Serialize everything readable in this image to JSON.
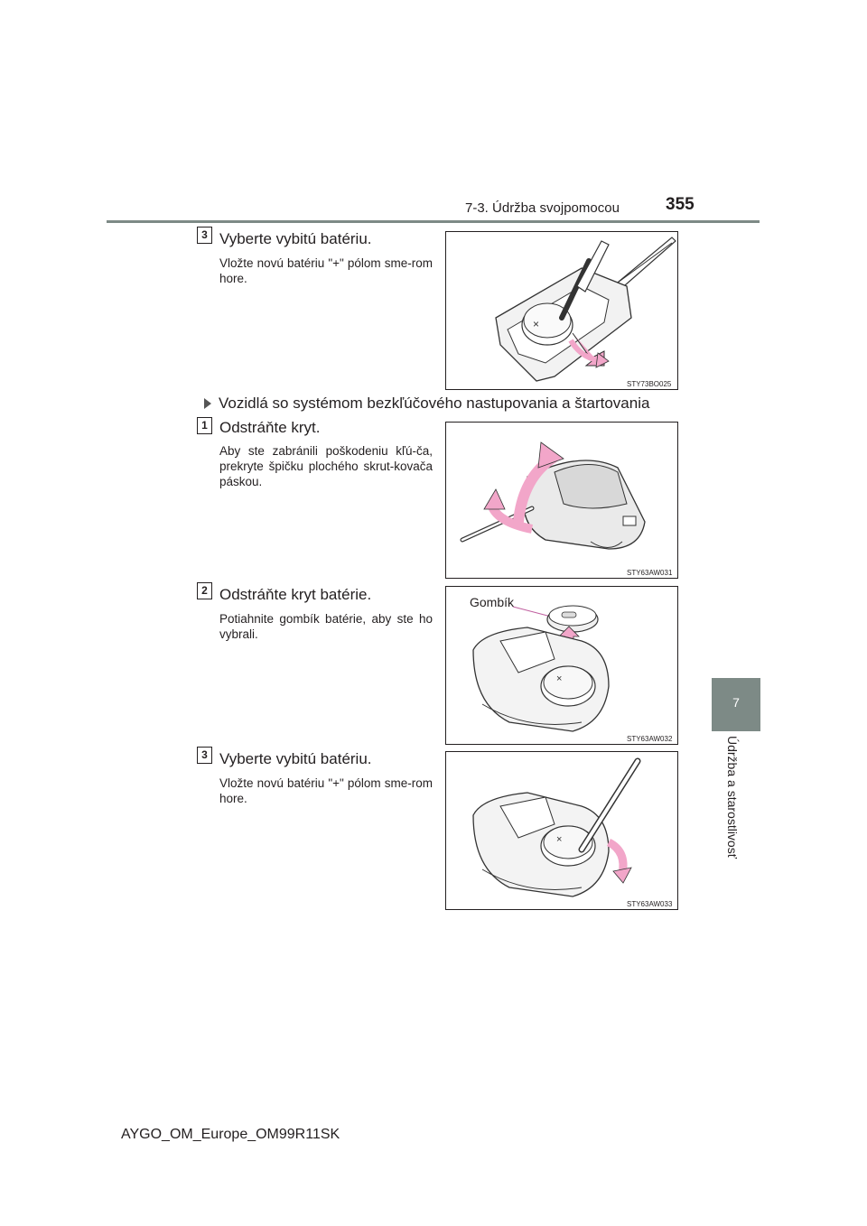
{
  "header": {
    "section": "7-3. Údržba svojpomocou",
    "page_number": "355"
  },
  "side_tab": {
    "chapter_number": "7",
    "chapter_title": "Údržba a starostlivosť"
  },
  "step_a3": {
    "number": "3",
    "title": "Vyberte vybitú batériu.",
    "description": "Vložte novú batériu \"+\" pólom sme-rom hore.",
    "figure_code": "STY73BO025"
  },
  "subsection": {
    "heading": "Vozidlá so systémom bezkľúčového nastupovania a štartovania"
  },
  "step_b1": {
    "number": "1",
    "title": "Odstráňte kryt.",
    "description": "Aby ste zabránili poškodeniu kľú-ča, prekryte špičku plochého skrut-kovača páskou.",
    "figure_code": "STY63AW031"
  },
  "step_b2": {
    "number": "2",
    "title": "Odstráňte kryt batérie.",
    "description": "Potiahnite gombík batérie, aby ste ho vybrali.",
    "figure_code": "STY63AW032",
    "callout": "Gombík"
  },
  "step_b3": {
    "number": "3",
    "title": "Vyberte vybitú batériu.",
    "description": "Vložte novú batériu \"+\" pólom sme-rom hore.",
    "figure_code": "STY63AW033"
  },
  "footer": {
    "doc_id": "AYGO_OM_Europe_OM99R11SK"
  },
  "colors": {
    "accent_gray": "#7d8a86",
    "arrow_pink": "#f2a6c9"
  }
}
